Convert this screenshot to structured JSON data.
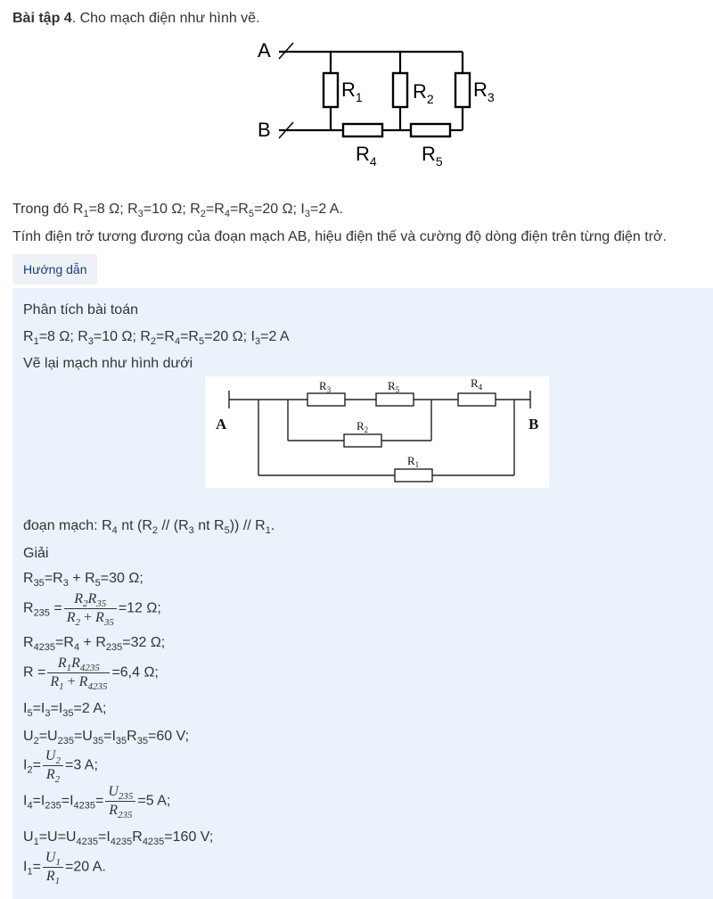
{
  "exercise": {
    "label": "Bài tập 4",
    "prompt": ". Cho mạch điện như hình vẽ."
  },
  "figure1": {
    "terminal_a": "A",
    "terminal_b": "B",
    "r1": "R",
    "r1_sub": "1",
    "r2": "R",
    "r2_sub": "2",
    "r3": "R",
    "r3_sub": "3",
    "r4": "R",
    "r4_sub": "4",
    "r5": "R",
    "r5_sub": "5"
  },
  "given": {
    "prefix": "Trong đó R",
    "text": "Trong đó R1=8 Ω; R3=10 Ω; R2=R4=R5=20 Ω; I3=2 A."
  },
  "question": "Tính điện trở tương đương của đoạn mạch AB, hiệu điện thế và cường độ dòng điện trên từng điện trở.",
  "guide_button": "Hướng dẫn",
  "solution": {
    "analysis_title": "Phân tích bài toán",
    "redraw_text": "Vẽ lại mạch như hình dưới",
    "figure2": {
      "terminal_a": "A",
      "terminal_b": "B",
      "r3": "R",
      "r3_sub": "3",
      "r5": "R",
      "r5_sub": "5",
      "r4": "R",
      "r4_sub": "4",
      "r2": "R",
      "r2_sub": "2",
      "r1": "R",
      "r1_sub": "1"
    },
    "circuit_prefix": "đoạn mạch: ",
    "solve_title": "Giải"
  }
}
